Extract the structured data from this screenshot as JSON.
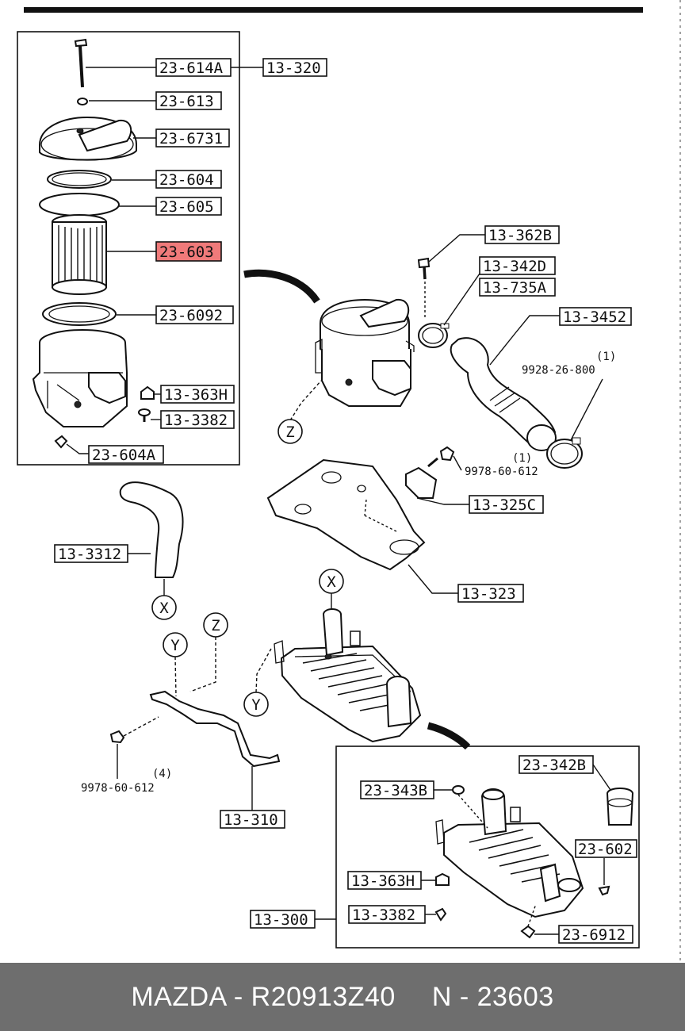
{
  "labels": {
    "l23614A": "23-614A",
    "l13320": "13-320",
    "l23613": "23-613",
    "l236731": "23-6731",
    "l23604": "23-604",
    "l23605": "23-605",
    "l23603": "23-603",
    "l236092": "23-6092",
    "l13363H": "13-363H",
    "l133382": "13-3382",
    "l23604A": "23-604A",
    "l13362B": "13-362B",
    "l13342D": "13-342D",
    "l13735A": "13-735A",
    "l133452": "13-3452",
    "l9928": "9928-26-800",
    "q1a": "(1)",
    "l9978a": "9978-60-612",
    "q1b": "(1)",
    "l13325C": "13-325C",
    "l133312": "13-3312",
    "l13323": "13-323",
    "l13310": "13-310",
    "l9978b": "9978-60-612",
    "q4": "(4)",
    "l23342B": "23-342B",
    "l23343B": "23-343B",
    "l23602": "23-602",
    "l13363Hb": "13-363H",
    "l133382b": "13-3382",
    "l13300": "13-300",
    "l236912": "23-6912",
    "refZ": "Z",
    "refX": "X",
    "refY": "Y",
    "refYb": "Y",
    "refZb": "Z",
    "refXb": "X"
  },
  "highlight_color": "#f07a7a",
  "footer": {
    "brand_part": "MAZDA - R20913Z40",
    "number": "N - 23603"
  }
}
